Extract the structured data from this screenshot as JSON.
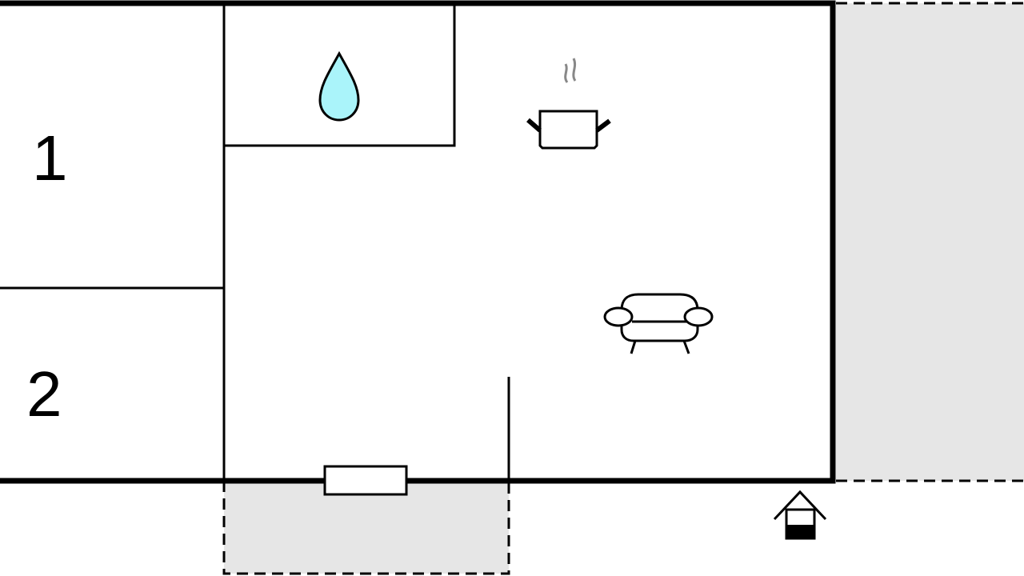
{
  "floorplan": {
    "rooms": [
      {
        "label": "1",
        "type": "bedroom"
      },
      {
        "label": "2",
        "type": "bedroom"
      }
    ],
    "icons": [
      "water-drop-icon",
      "cooking-pot-icon",
      "sofa-icon",
      "entrance-house-icon",
      "window-icon"
    ],
    "colors": {
      "wall": "#000000",
      "outdoor_area": "#e6e6e6",
      "water": "#aaf4fa",
      "steam": "#888888"
    }
  }
}
